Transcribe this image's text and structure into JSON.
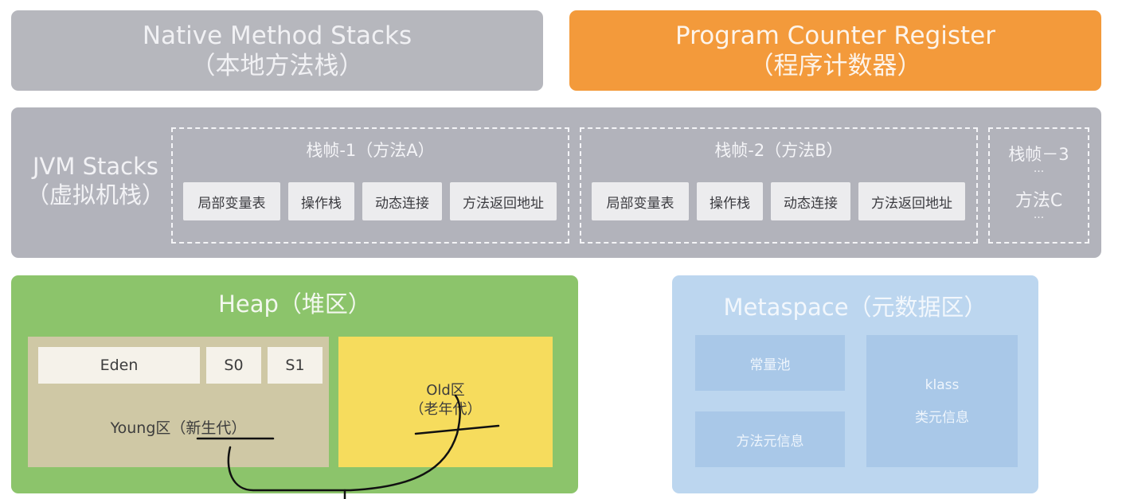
{
  "native_method_stacks": {
    "title": "Native Method Stacks",
    "subtitle": "（本地方法栈）",
    "color": "#b6b7bd"
  },
  "program_counter": {
    "title": "Program Counter Register",
    "subtitle": "（程序计数器）",
    "color": "#f39a3b"
  },
  "jvm_stacks": {
    "title": "JVM Stacks",
    "subtitle": "（虚拟机栈）",
    "color": "#b2b3bb",
    "frames": [
      {
        "title": "栈帧-1（方法A）",
        "slots": [
          "局部变量表",
          "操作栈",
          "动态连接",
          "方法返回地址"
        ]
      },
      {
        "title": "栈帧-2（方法B）",
        "slots": [
          "局部变量表",
          "操作栈",
          "动态连接",
          "方法返回地址"
        ]
      },
      {
        "title": "栈帧－3",
        "dots_top": "...",
        "method": "方法C",
        "dots_bottom": "..."
      }
    ]
  },
  "heap": {
    "title": "Heap（堆区）",
    "color": "#8cc46b",
    "young": {
      "eden": "Eden",
      "s0": "S0",
      "s1": "S1",
      "label": "Young区（新生代）"
    },
    "old": {
      "line1": "Old区",
      "line2": "（老年代）"
    }
  },
  "metaspace": {
    "title": "Metaspace（元数据区）",
    "color": "#bcd6ef",
    "constant_pool": "常量池",
    "method_meta": "方法元信息",
    "klass": "klass",
    "class_meta": "类元信息"
  }
}
